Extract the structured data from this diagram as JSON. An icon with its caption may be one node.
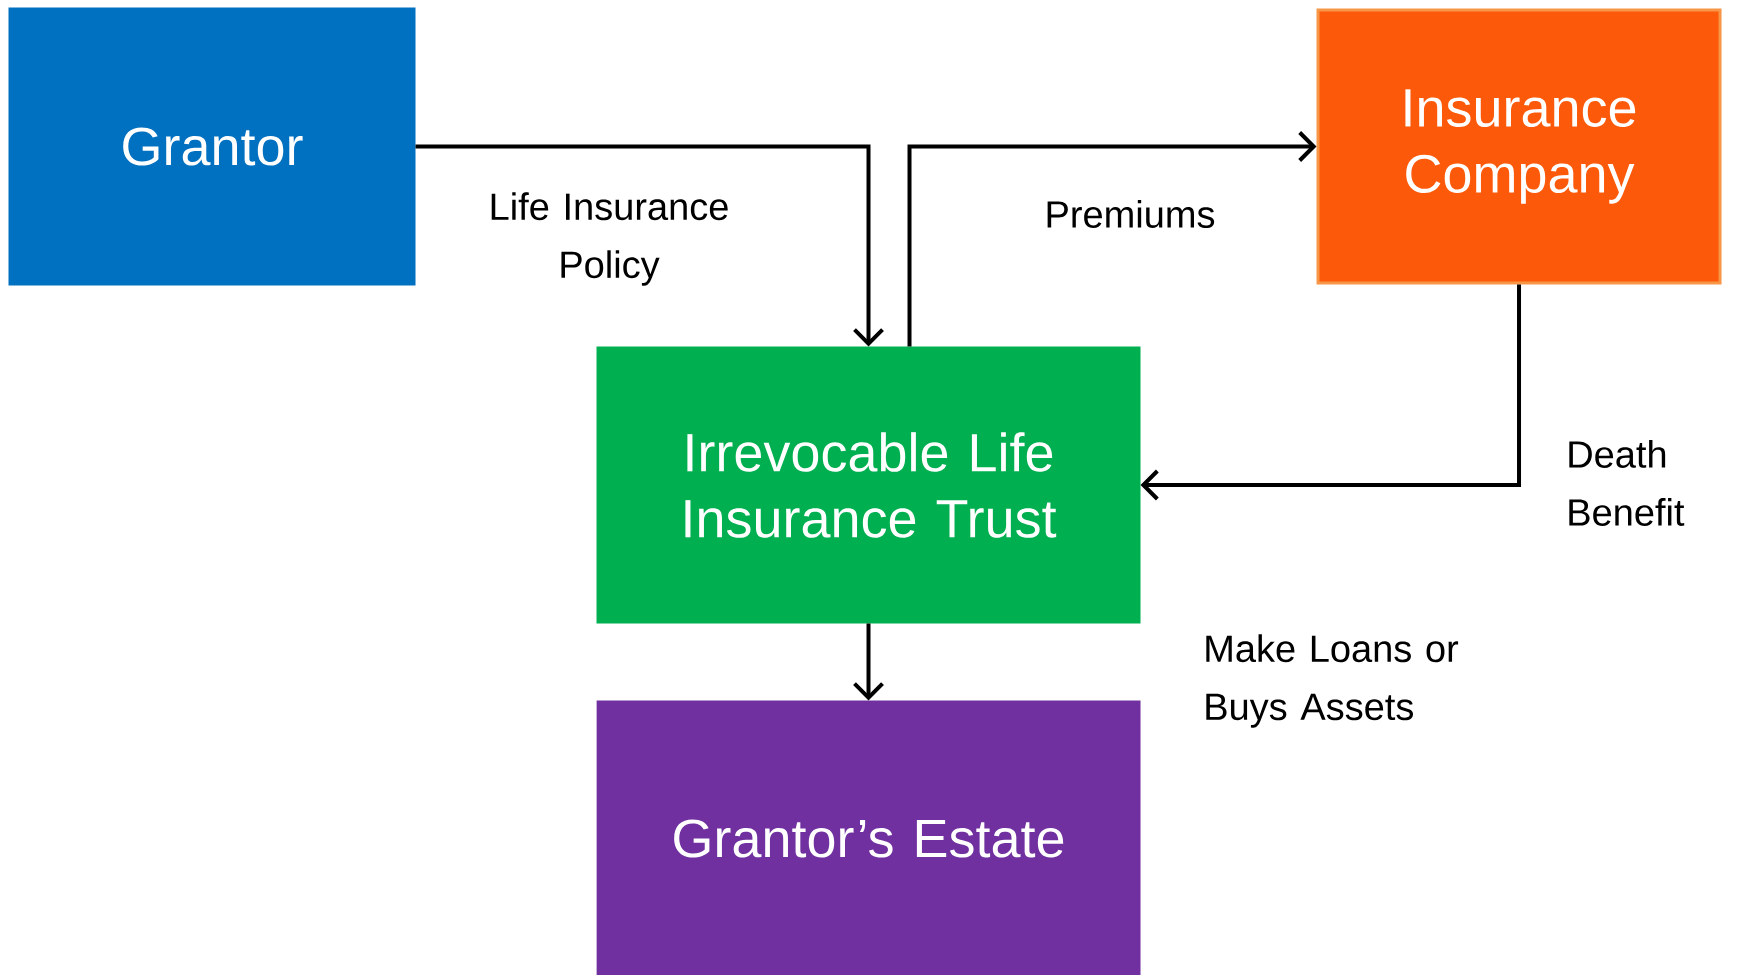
{
  "diagram": {
    "nodes": [
      {
        "text": [
          "Grantor"
        ]
      },
      {
        "text": [
          "Insurance Company"
        ]
      },
      {
        "text": [
          "Irrevocable Life Insurance Trust"
        ]
      },
      {
        "text": [
          "Grantor’s Estate"
        ]
      }
    ],
    "edges": [
      {
        "from": 0,
        "to": 2,
        "arrow": "to",
        "label": "Life Insurance Policy"
      },
      {
        "from": 2,
        "to": 1,
        "arrow": "to",
        "label": "Premiums"
      },
      {
        "from": 1,
        "to": 2,
        "arrow": "to",
        "label": "Death Benefit"
      },
      {
        "from": 2,
        "to": 3,
        "arrow": "to"
      }
    ],
    "labels": [
      "Make Loans or Buys Assets"
    ]
  }
}
